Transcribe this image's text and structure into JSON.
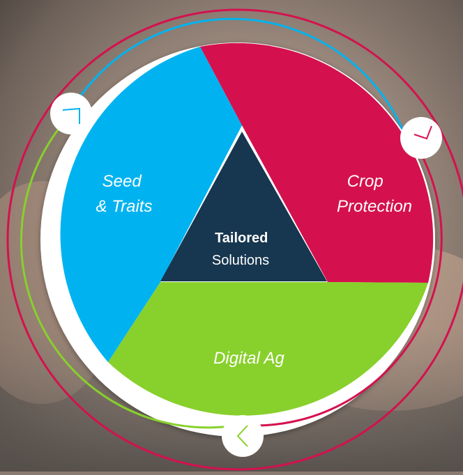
{
  "diagram": {
    "segments": [
      {
        "id": "seed",
        "line1": "Seed",
        "line2": "& Traits",
        "color": "#00b3f0"
      },
      {
        "id": "crop",
        "line1": "Crop",
        "line2": "Protection",
        "color": "#d4114e"
      },
      {
        "id": "digital",
        "line1": "Digital Ag",
        "color": "#88d02c"
      }
    ],
    "center": {
      "bold": "Tailored",
      "regular": "Solutions",
      "color": "#17364f"
    },
    "ring_colors": {
      "outer": "#d4114e",
      "arc_blue": "#00b3f0",
      "arc_magenta": "#d4114e",
      "arc_green": "#88d02c"
    }
  }
}
